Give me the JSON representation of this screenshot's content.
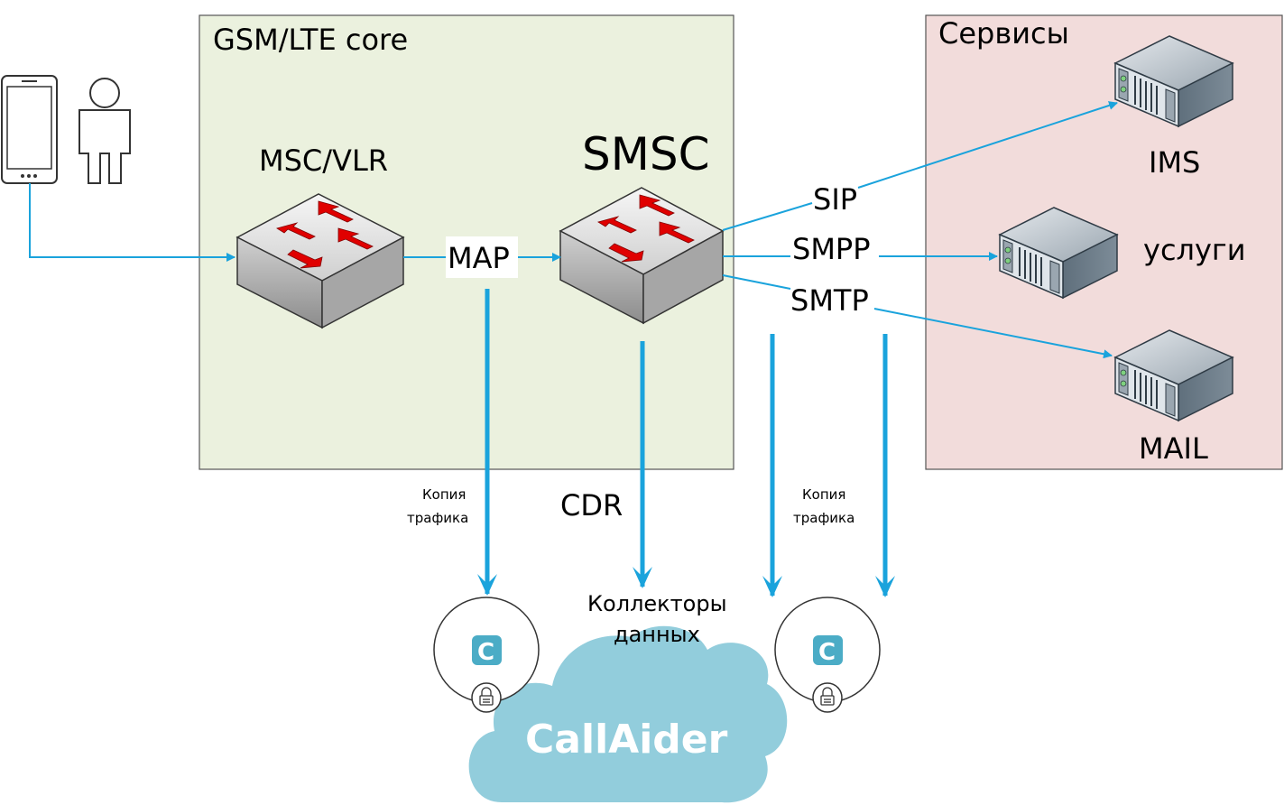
{
  "core": {
    "title": "GSM/LTE core",
    "fill": "#ebf1de"
  },
  "services": {
    "title": "Сервисы",
    "fill": "#f2dcdb"
  },
  "nodes": {
    "msc": "MSC/VLR",
    "smsc": "SMSC",
    "ims": "IMS",
    "uslugi": "услуги",
    "mail": "MAIL"
  },
  "protocols": {
    "map": "MAP",
    "sip": "SIP",
    "smpp": "SMPP",
    "smtp": "SMTP",
    "cdr": "CDR"
  },
  "copy_traffic": {
    "line1": "Копия",
    "line2": "трафика"
  },
  "collectors": {
    "line1": "Коллекторы",
    "line2": "данных"
  },
  "cloud": {
    "label": "CallAider",
    "fill": "#92cddc"
  },
  "connector_icon": "C",
  "colors": {
    "arrow": "#1aa3dc",
    "connector": "#0070c0",
    "switch_arrow": "#e00000",
    "badge": "#4bacc6"
  }
}
